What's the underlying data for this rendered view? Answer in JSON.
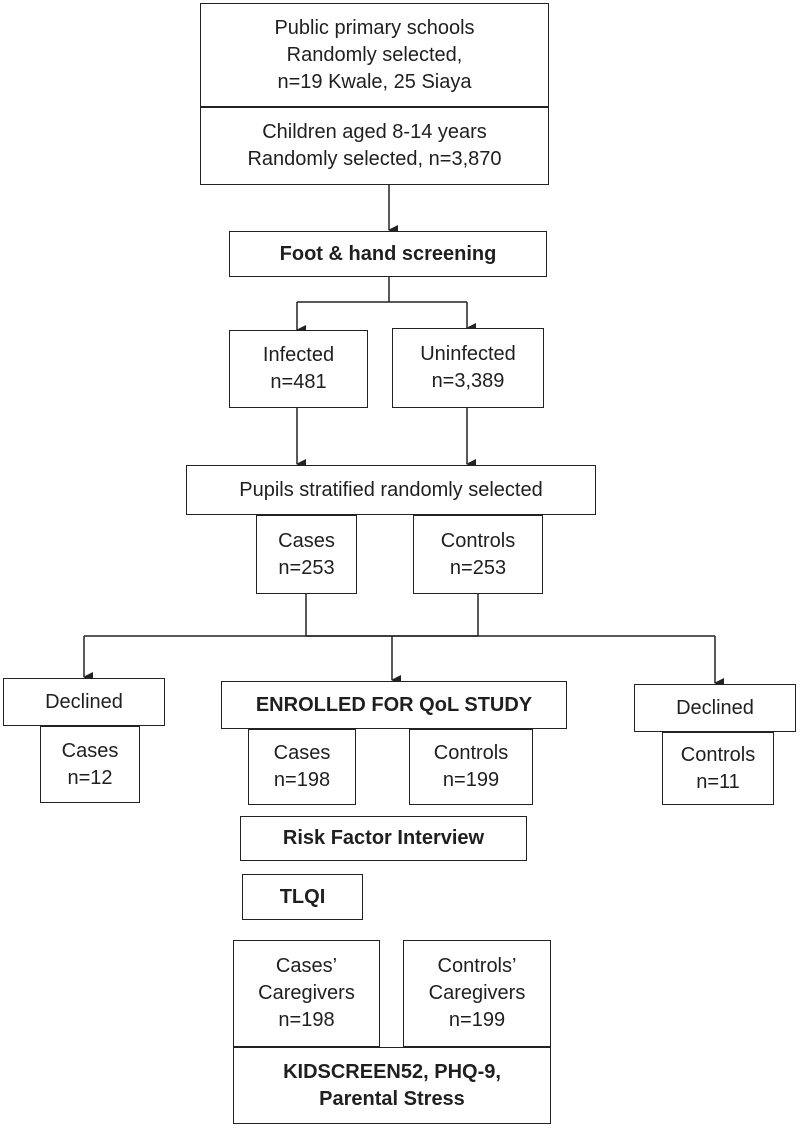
{
  "schools": "Public primary schools\nRandomly selected,\nn=19 Kwale, 25 Siaya",
  "children": "Children aged 8-14 years\nRandomly selected, n=3,870",
  "screening": "Foot & hand screening",
  "infected": "Infected\nn=481",
  "uninfected": "Uninfected\nn=3,389",
  "stratified": "Pupils stratified randomly selected",
  "cases_selected": "Cases\nn=253",
  "controls_selected": "Controls\nn=253",
  "declined_left": {
    "label": "Declined",
    "group": "Cases\nn=12"
  },
  "declined_right": {
    "label": "Declined",
    "group": "Controls\nn=11"
  },
  "enrolled": "ENROLLED FOR QoL STUDY",
  "enrolled_cases": "Cases\nn=198",
  "enrolled_controls": "Controls\nn=199",
  "risk_interview": "Risk Factor Interview",
  "tlqi": "TLQI",
  "cases_caregivers": "Cases’\nCaregivers\nn=198",
  "controls_caregivers": "Controls’\nCaregivers\nn=199",
  "instruments": "KIDSCREEN52, PHQ-9,\nParental Stress"
}
